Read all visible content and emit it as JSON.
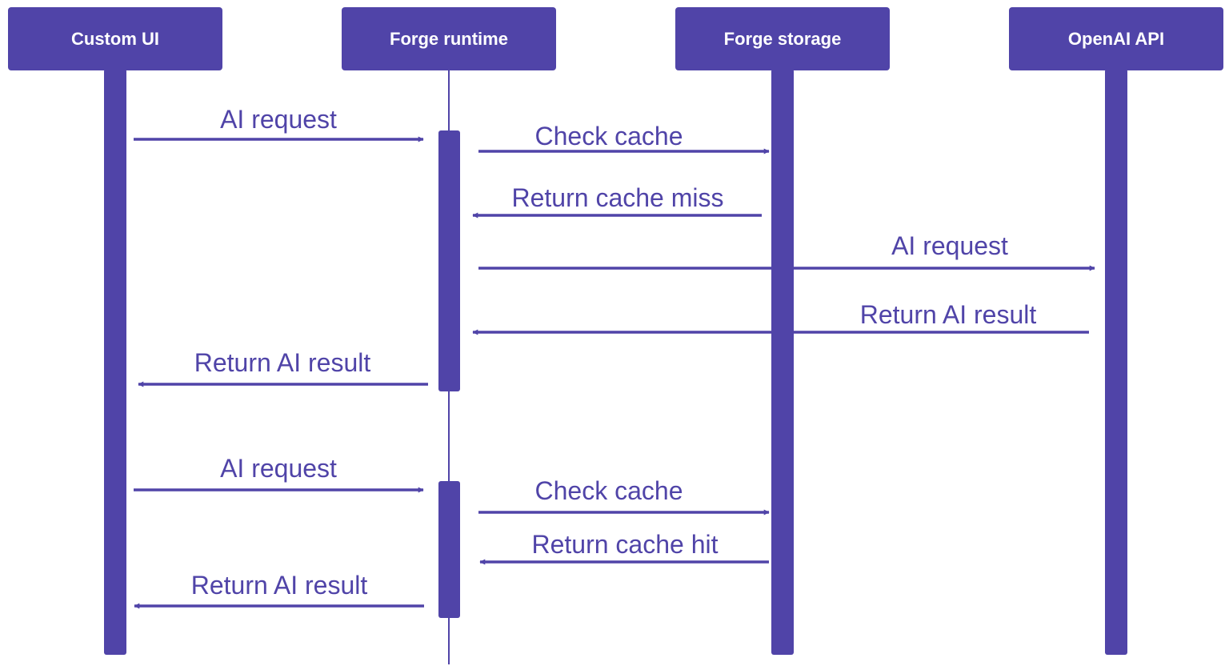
{
  "colors": {
    "accent": "#5044A8",
    "background": "#FFFFFF"
  },
  "participants": [
    {
      "id": "custom-ui",
      "label": "Custom UI"
    },
    {
      "id": "forge-runtime",
      "label": "Forge runtime"
    },
    {
      "id": "forge-storage",
      "label": "Forge storage"
    },
    {
      "id": "openai-api",
      "label": "OpenAI API"
    }
  ],
  "messages": [
    {
      "from": "custom-ui",
      "to": "forge-runtime",
      "label": "AI request"
    },
    {
      "from": "forge-runtime",
      "to": "forge-storage",
      "label": "Check cache"
    },
    {
      "from": "forge-storage",
      "to": "forge-runtime",
      "label": "Return cache miss"
    },
    {
      "from": "forge-runtime",
      "to": "openai-api",
      "label": "AI request"
    },
    {
      "from": "openai-api",
      "to": "forge-runtime",
      "label": "Return AI result"
    },
    {
      "from": "forge-runtime",
      "to": "custom-ui",
      "label": "Return AI result"
    },
    {
      "from": "custom-ui",
      "to": "forge-runtime",
      "label": "AI request"
    },
    {
      "from": "forge-runtime",
      "to": "forge-storage",
      "label": "Check cache"
    },
    {
      "from": "forge-storage",
      "to": "forge-runtime",
      "label": "Return cache hit"
    },
    {
      "from": "forge-runtime",
      "to": "custom-ui",
      "label": "Return AI result"
    }
  ]
}
